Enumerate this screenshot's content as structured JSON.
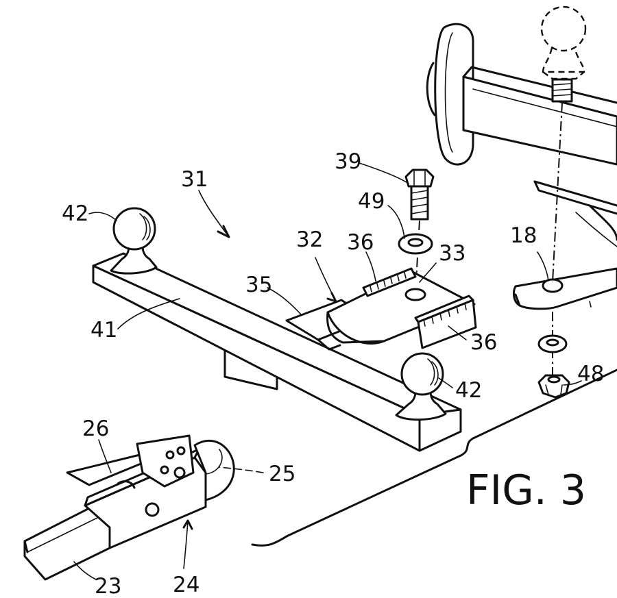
{
  "figure_title": "FIG. 3",
  "labels": {
    "l31": "31",
    "l39": "39",
    "l49": "49",
    "l42a": "42",
    "l32": "32",
    "l36a": "36",
    "l33": "33",
    "l18": "18",
    "l35": "35",
    "l41": "41",
    "l36b": "36",
    "l42b": "42",
    "l48": "48",
    "l26": "26",
    "l25": "25",
    "l24": "24",
    "l23": "23"
  }
}
